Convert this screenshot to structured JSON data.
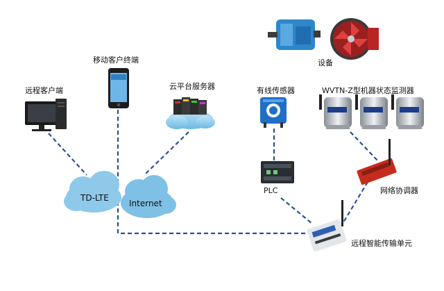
{
  "labels": {
    "remote_client": "远程客户端",
    "mobile_client": "移动客户终端",
    "cloud_server": "云平台服务器",
    "wired_sensor": "有线传感器",
    "monitor": "WVTN-Z型机器状态监测器",
    "equipment": "设备",
    "td_lte": "TD-LTE",
    "internet": "Internet",
    "plc": "PLC",
    "coordinator": "网络协调器",
    "rtu": "远程智能传输单元"
  },
  "colors": {
    "dashed_link": "#2a4f96",
    "cloud": "#8ec9ea",
    "cloud_dark": "#5fa8d8"
  }
}
